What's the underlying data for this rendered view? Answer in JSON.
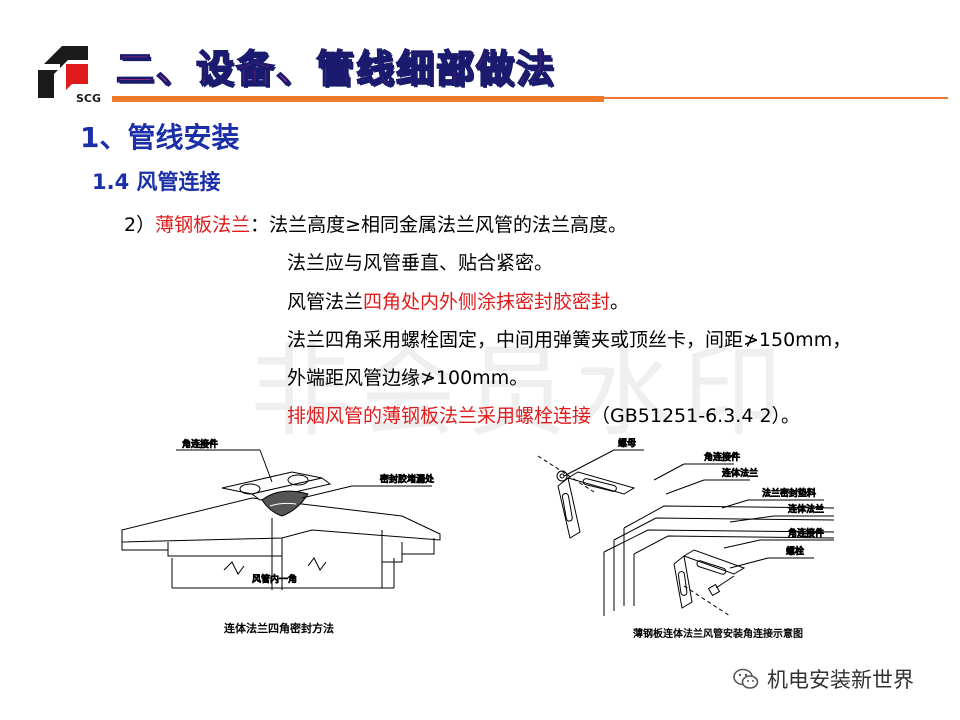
{
  "brand": {
    "logo_text": "SCG"
  },
  "header": {
    "title": "二、设备、管线细部做法"
  },
  "section": {
    "h1": "1、管线安装",
    "h2": "1.4 风管连接"
  },
  "body": {
    "item_number": "2）",
    "item_term": "薄钢板法兰",
    "item_colon": "：",
    "item_rest": "法兰高度≥相同金属法兰风管的法兰高度。",
    "lines": [
      {
        "text": "法兰应与风管垂直、贴合紧密。"
      },
      {
        "pre": "风管法兰",
        "red": "四角处内外侧涂抹密封胶密封",
        "post": "。"
      },
      {
        "text": "法兰四角采用螺栓固定，中间用弹簧夹或顶丝卡，间距≯150mm，"
      },
      {
        "text": "外端距风管边缘≯100mm。"
      },
      {
        "red": "排烟风管的薄钢板法兰采用螺栓连接",
        "post": "（GB51251-6.3.4 2）。"
      }
    ]
  },
  "watermark": "非会员水印",
  "figure_left": {
    "labels": [
      "角连接件",
      "密封胶堵漏处",
      "风管内一角"
    ],
    "caption": "连体法兰四角密封方法"
  },
  "figure_right": {
    "labels": [
      "螺母",
      "角连接件",
      "连体法兰",
      "法兰密封垫料",
      "连体法兰",
      "角连接件",
      "螺栓"
    ],
    "caption": "薄钢板连体法兰风管安装角连接示意图"
  },
  "footer": {
    "text": "机电安装新世界",
    "icon": "wechat-icon"
  },
  "colors": {
    "title_pink": "#ff3b8a",
    "title_outline": "#1a1a6e",
    "heading_blue": "#1b2fa8",
    "accent_orange": "#f07a2a",
    "emphasis_red": "#e01b1b"
  }
}
